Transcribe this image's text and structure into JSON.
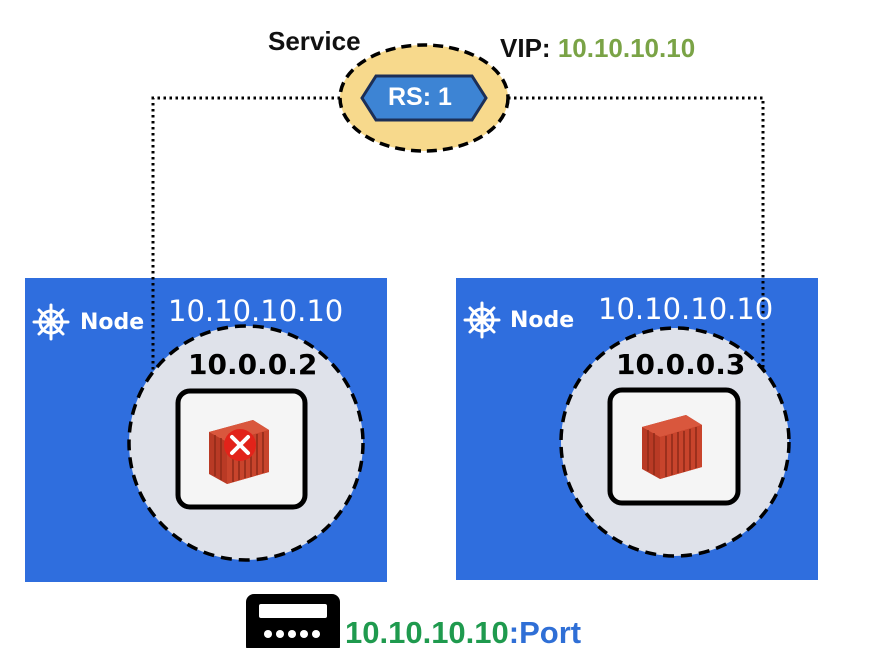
{
  "service": {
    "label": "Service",
    "rs_label": "RS: 1"
  },
  "vip": {
    "label": "VIP:",
    "ip": "10.10.10.10"
  },
  "nodes": [
    {
      "label": "Node",
      "ip": "10.10.10.10",
      "pod_ip": "10.0.0.2",
      "status": "failed"
    },
    {
      "label": "Node",
      "ip": "10.10.10.10",
      "pod_ip": "10.0.0.3",
      "status": "running"
    }
  ],
  "client": {
    "ip": "10.10.10.10",
    "suffix": ":Port"
  },
  "colors": {
    "node_blue": "#2f6ede",
    "service_fill": "#f7d98c",
    "rs_blue": "#3d84d4",
    "vip_green": "#7aa346",
    "client_green": "#1f9a4e",
    "port_blue": "#2f6fd6",
    "container_red": "#c8442c",
    "error_red": "#e2231a"
  },
  "icons": [
    "kubernetes-wheel-icon",
    "container-icon",
    "error-x-icon",
    "terminal-device-icon"
  ]
}
